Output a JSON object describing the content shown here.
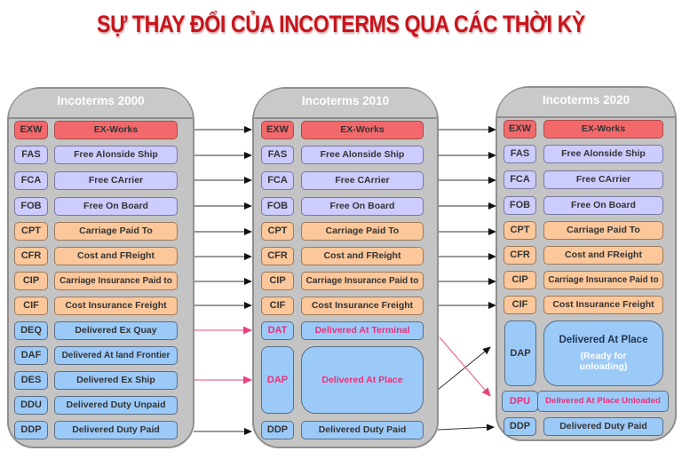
{
  "title": "SỰ THAY ĐỔI CỦA INCOTERMS QUA CÁC THỜI KỲ",
  "colors": {
    "title": "#c8141c",
    "e_group": "#f2696c",
    "f_group": "#ccccff",
    "c_group": "#fcc79a",
    "d_group": "#9ccaf8",
    "changed_text": "#e8307a",
    "panel": "#c4c4c4"
  },
  "panels": [
    {
      "title": "Incoterms 2000",
      "rows": [
        {
          "code": "EXW",
          "name": "EX-Works"
        },
        {
          "code": "FAS",
          "name": "Free Alonside Ship"
        },
        {
          "code": "FCA",
          "name": "Free CArrier"
        },
        {
          "code": "FOB",
          "name": "Free On Board"
        },
        {
          "code": "CPT",
          "name": "Carriage Paid To"
        },
        {
          "code": "CFR",
          "name": "Cost and FReight"
        },
        {
          "code": "CIP",
          "name": "Carriage Insurance Paid to"
        },
        {
          "code": "CIF",
          "name": "Cost Insurance Freight"
        },
        {
          "code": "DEQ",
          "name": "Delivered Ex Quay"
        },
        {
          "code": "DAF",
          "name": "Delivered At land Frontier"
        },
        {
          "code": "DES",
          "name": "Delivered Ex Ship"
        },
        {
          "code": "DDU",
          "name": "Delivered Duty Unpaid"
        },
        {
          "code": "DDP",
          "name": "Delivered Duty Paid"
        }
      ]
    },
    {
      "title": "Incoterms 2010",
      "rows": [
        {
          "code": "EXW",
          "name": "EX-Works"
        },
        {
          "code": "FAS",
          "name": "Free Alonside Ship"
        },
        {
          "code": "FCA",
          "name": "Free CArrier"
        },
        {
          "code": "FOB",
          "name": "Free On Board"
        },
        {
          "code": "CPT",
          "name": "Carriage Paid To"
        },
        {
          "code": "CFR",
          "name": "Cost and FReight"
        },
        {
          "code": "CIP",
          "name": "Carriage Insurance Paid to"
        },
        {
          "code": "CIF",
          "name": "Cost Insurance Freight"
        },
        {
          "code": "DAT",
          "name": "Delivered At Terminal"
        },
        {
          "code": "DAP",
          "name": "Delivered At Place"
        },
        {
          "code": "DDP",
          "name": "Delivered Duty Paid"
        }
      ]
    },
    {
      "title": "Incoterms 2020",
      "rows": [
        {
          "code": "EXW",
          "name": "EX-Works"
        },
        {
          "code": "FAS",
          "name": "Free Alonside Ship"
        },
        {
          "code": "FCA",
          "name": "Free CArrier"
        },
        {
          "code": "FOB",
          "name": "Free On Board"
        },
        {
          "code": "CPT",
          "name": "Carriage Paid To"
        },
        {
          "code": "CFR",
          "name": "Cost and FReight"
        },
        {
          "code": "CIP",
          "name": "Carriage Insurance Paid to"
        },
        {
          "code": "CIF",
          "name": "Cost Insurance Freight"
        },
        {
          "code": "DAP",
          "name": "Delivered At Place",
          "note_line1": "(Ready for",
          "note_line2": "unloading)"
        },
        {
          "code": "DPU",
          "name": "Delivered At Place Unloaded"
        },
        {
          "code": "DDP",
          "name": "Delivered Duty Paid"
        }
      ]
    }
  ],
  "transitions": [
    {
      "from": "DEQ (2000)",
      "to": "DAT (2010)"
    },
    {
      "from": "DAF, DES, DDU (2000)",
      "to": "DAP (2010)"
    },
    {
      "from": "DAT (2010)",
      "to": "DPU (2020)"
    },
    {
      "from": "DAP (2010)",
      "to": "DAP (2020)"
    }
  ]
}
